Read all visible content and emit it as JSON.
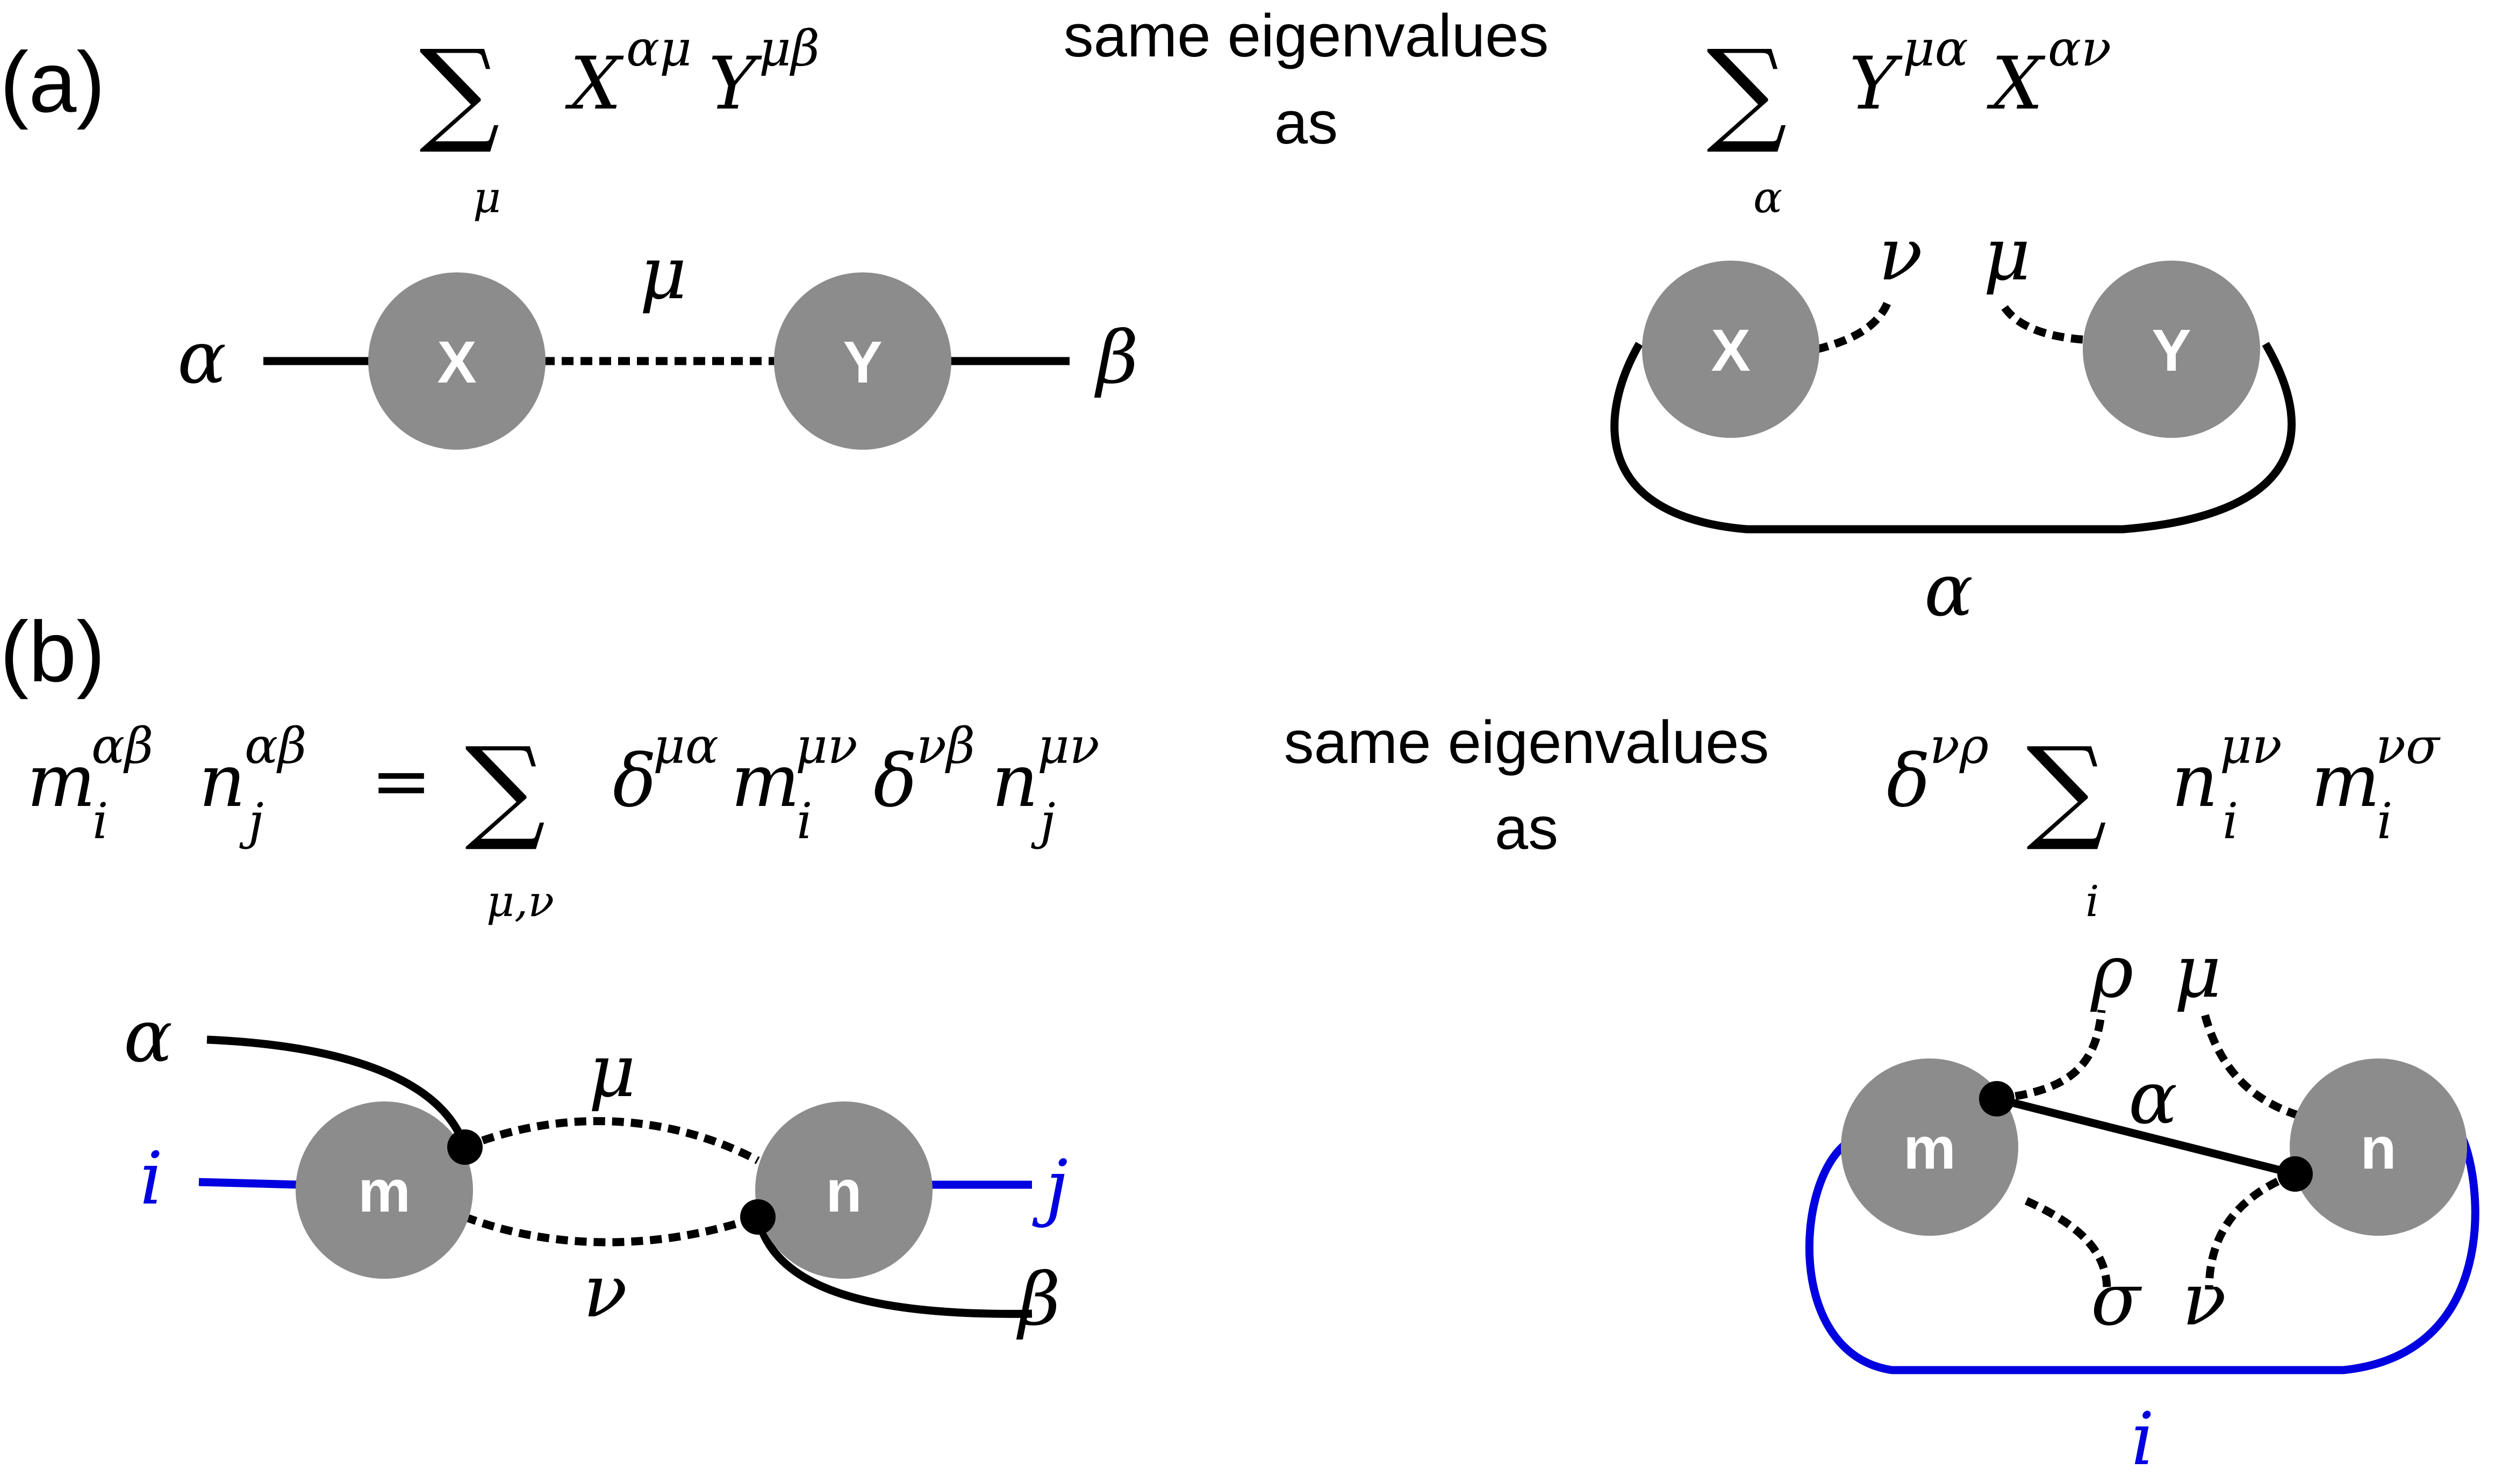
{
  "panels": {
    "a": {
      "label": "(a)",
      "left_formula": {
        "sum_sign": "∑",
        "sum_index": "μ",
        "base1": "X",
        "sup1": "αμ",
        "base2": "Y",
        "sup2": "μβ"
      },
      "middle_text_line1": "same eigenvalues",
      "middle_text_line2": "as",
      "right_formula": {
        "sum_sign": "∑",
        "sum_index": "α",
        "base1": "Y",
        "sup1": "μα",
        "base2": "X",
        "sup2": "αν"
      },
      "left_diagram": {
        "node1": "X",
        "node2": "Y",
        "leg_left": "α",
        "leg_right": "β",
        "bond": "μ"
      },
      "right_diagram": {
        "node1": "X",
        "node2": "Y",
        "open_left": "ν",
        "open_right": "μ",
        "loop": "α"
      }
    },
    "b": {
      "label": "(b)",
      "left_formula": {
        "t1_base": "m",
        "t1_sup": "αβ",
        "t1_sub": "i",
        "t2_base": "n",
        "t2_sup": "αβ",
        "t2_sub": "j",
        "equals": "=",
        "sum_sign": "∑",
        "sum_index": "μ,ν",
        "d1_base": "δ",
        "d1_sup": "μα",
        "t3_base": "m",
        "t3_sup": "μν",
        "t3_sub": "i",
        "d2_base": "δ",
        "d2_sup": "νβ",
        "t4_base": "n",
        "t4_sup": "μν",
        "t4_sub": "j"
      },
      "middle_text_line1": "same eigenvalues",
      "middle_text_line2": "as",
      "right_formula": {
        "d_base": "δ",
        "d_sup": "νρ",
        "sum_sign": "∑",
        "sum_index": "i",
        "t1_base": "n",
        "t1_sup": "μν",
        "t1_sub": "i",
        "t2_base": "m",
        "t2_sup": "νσ",
        "t2_sub": "i"
      },
      "left_diagram": {
        "node1": "m",
        "node2": "n",
        "leg_alpha": "α",
        "leg_i": "i",
        "leg_j": "j",
        "leg_beta": "β",
        "bond_top": "μ",
        "bond_bottom": "ν"
      },
      "right_diagram": {
        "node1": "m",
        "node2": "n",
        "open_rho": "ρ",
        "open_mu": "μ",
        "inner": "α",
        "open_sigma": "σ",
        "open_nu": "ν",
        "loop": "i"
      }
    }
  },
  "colors": {
    "node_fill": "#8c8c8c",
    "line": "#000000",
    "blue_line": "#0000e0"
  }
}
